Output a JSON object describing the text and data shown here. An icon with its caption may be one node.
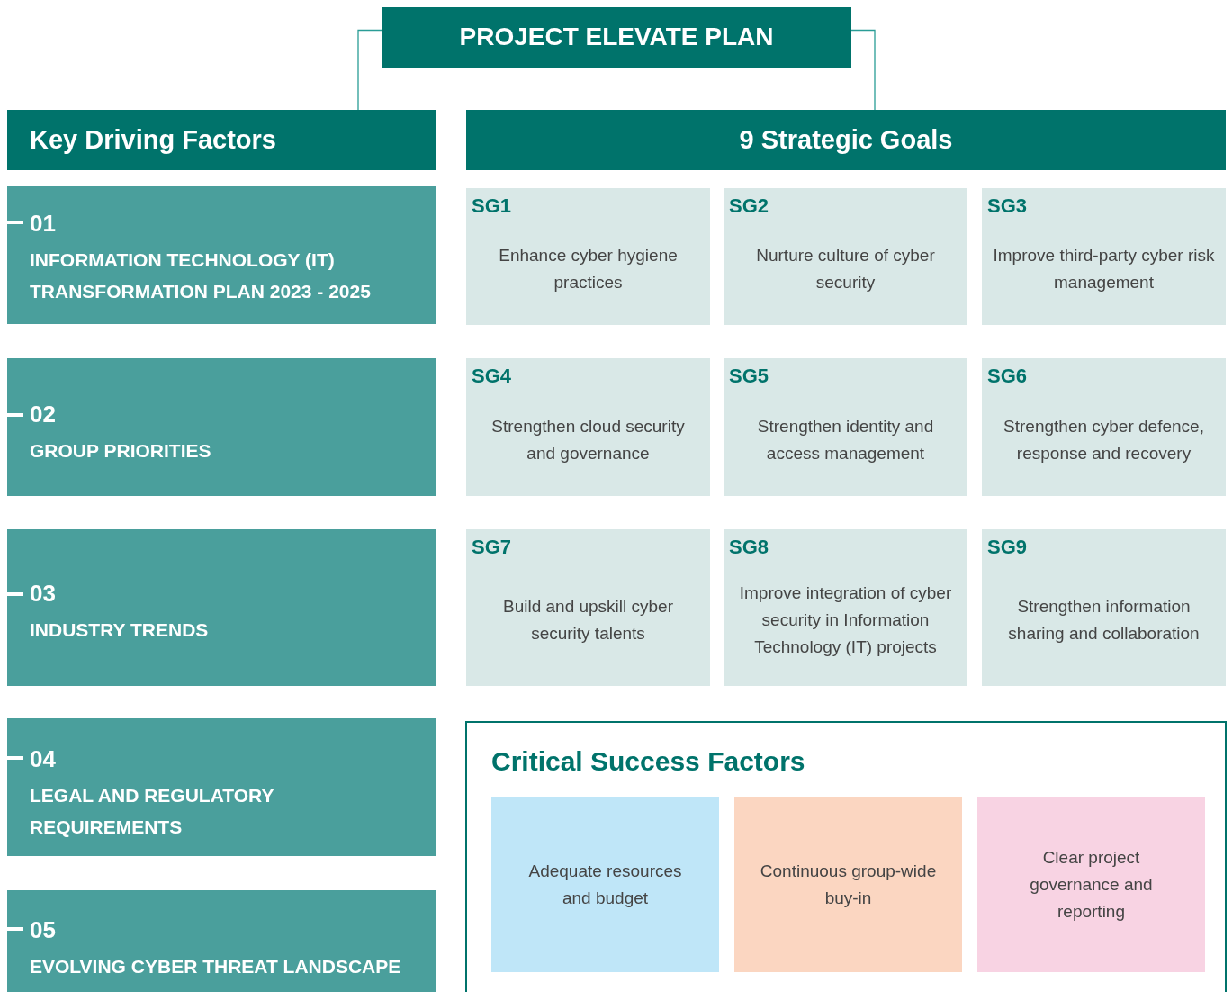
{
  "diagram": {
    "nodes": [
      {
        "text": [
          "PROJECT ELEVATE PLAN"
        ]
      },
      {
        "text": [
          "Key Driving Factors"
        ]
      },
      {
        "text": [
          "01",
          "INFORMATION TECHNOLOGY (IT) TRANSFORMATION PLAN 2023 - 2025"
        ]
      },
      {
        "text": [
          "02",
          "GROUP PRIORITIES"
        ]
      },
      {
        "text": [
          "03",
          "INDUSTRY TRENDS"
        ]
      },
      {
        "text": [
          "04",
          "LEGAL AND REGULATORY REQUIREMENTS"
        ]
      },
      {
        "text": [
          "05",
          "EVOLVING CYBER THREAT LANDSCAPE"
        ]
      },
      {
        "text": [
          "9 Strategic Goals"
        ]
      },
      {
        "text": [
          "SG1",
          "Enhance cyber hygiene practices"
        ]
      },
      {
        "text": [
          "SG2",
          "Nurture culture of cyber security"
        ]
      },
      {
        "text": [
          "SG3",
          "Improve third-party cyber risk management"
        ]
      },
      {
        "text": [
          "SG4",
          "Strengthen cloud security and governance"
        ]
      },
      {
        "text": [
          "SG5",
          "Strengthen identity and access management"
        ]
      },
      {
        "text": [
          "SG6",
          "Strengthen cyber defence, response and recovery"
        ]
      },
      {
        "text": [
          "SG7",
          "Build and upskill cyber security talents"
        ]
      },
      {
        "text": [
          "SG8",
          "Improve integration of cyber security in Information Technology (IT) projects"
        ]
      },
      {
        "text": [
          "SG9",
          "Strengthen information sharing and collaboration"
        ]
      },
      {
        "text": [
          "Critical Success Factors"
        ]
      },
      {
        "text": [
          "Adequate resources and budget"
        ],
        "in": 17
      },
      {
        "text": [
          "Continuous group-wide buy-in"
        ],
        "in": 17
      },
      {
        "text": [
          "Clear project governance and reporting"
        ],
        "in": 17
      }
    ],
    "edges": [
      {
        "from": 0,
        "to": 1,
        "arrow": "none"
      },
      {
        "from": 0,
        "to": 7,
        "arrow": "none"
      }
    ]
  }
}
